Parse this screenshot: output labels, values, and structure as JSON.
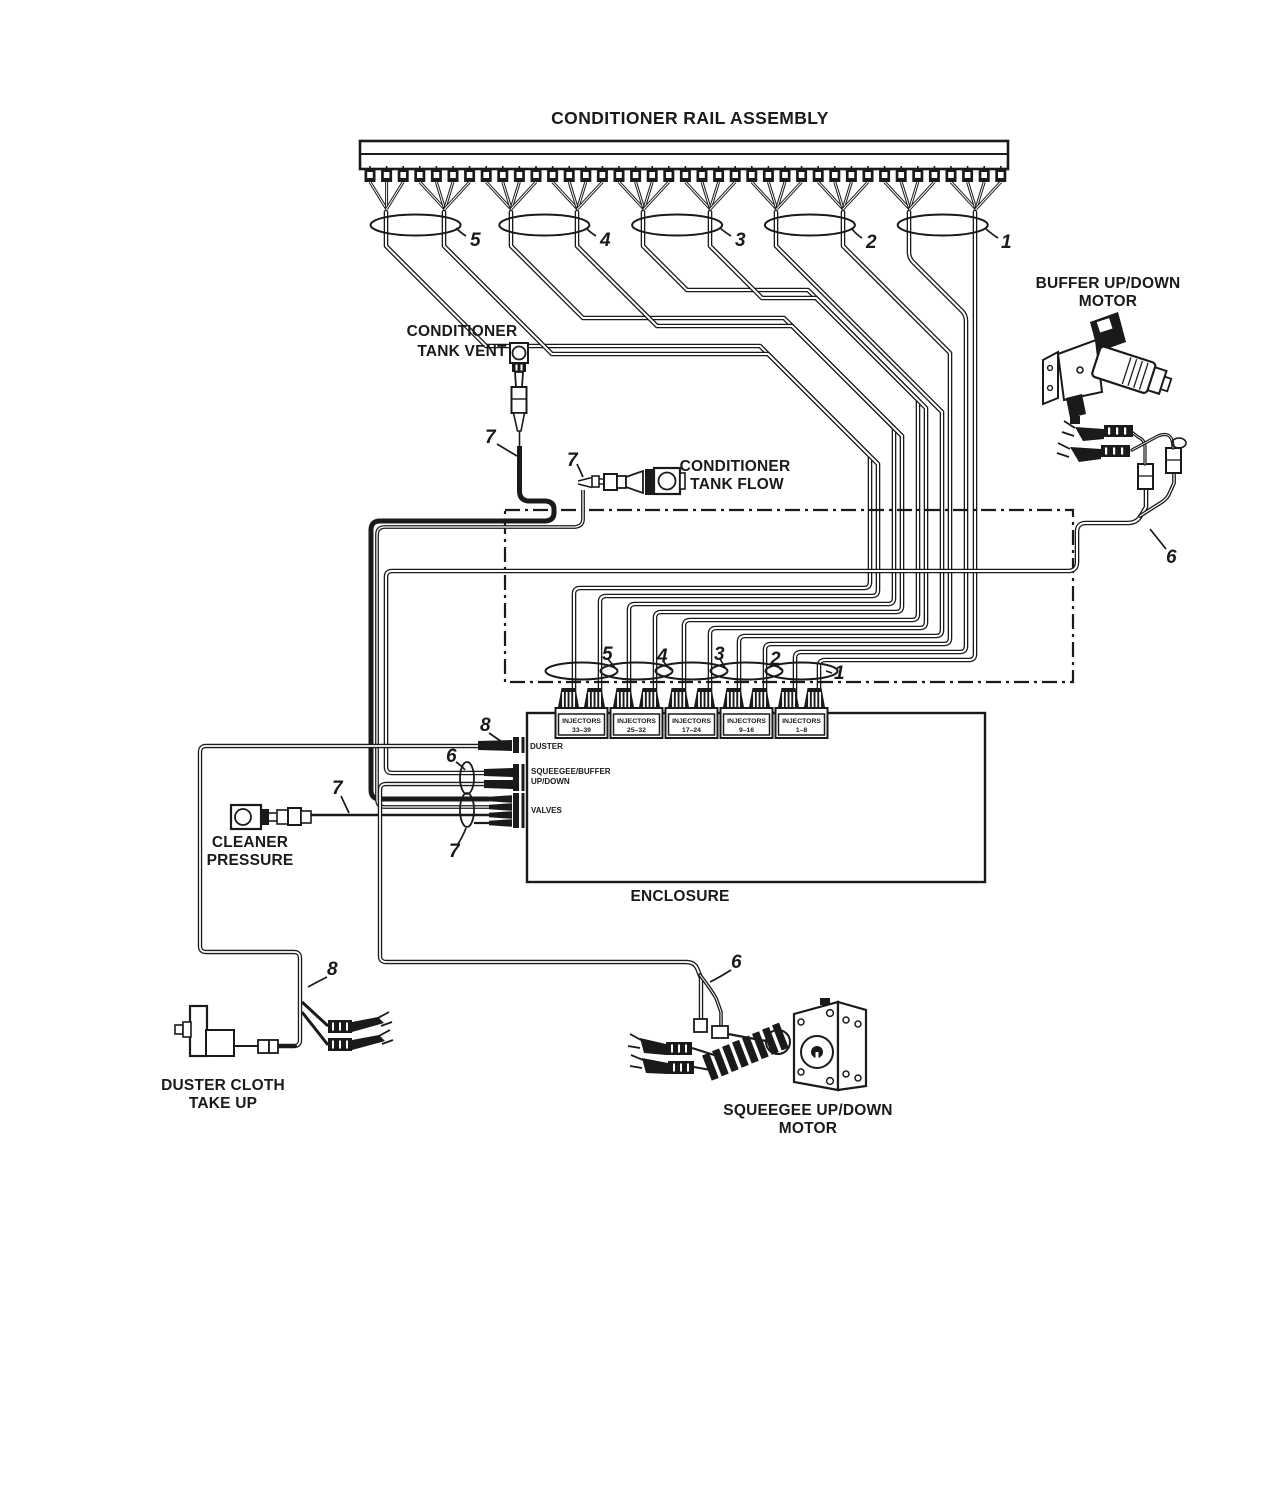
{
  "title": "CONDITIONER RAIL ASSEMBLY",
  "labels": {
    "buffer_motor_line1": "BUFFER UP/DOWN",
    "buffer_motor_line2": "MOTOR",
    "tank_vent_line1": "CONDITIONER",
    "tank_vent_line2": "TANK VENT",
    "tank_flow_line1": "CONDITIONER",
    "tank_flow_line2": "TANK FLOW",
    "cleaner_line1": "CLEANER",
    "cleaner_line2": "PRESSURE",
    "enclosure": "ENCLOSURE",
    "duster_takeup_line1": "DUSTER CLOTH",
    "duster_takeup_line2": "TAKE UP",
    "squeegee_motor_line1": "SQUEEGEE UP/DOWN",
    "squeegee_motor_line2": "MOTOR"
  },
  "enclosure_ports": {
    "duster": "DUSTER",
    "squeegee_buffer_line1": "SQUEEGEE/BUFFER",
    "squeegee_buffer_line2": "UP/DOWN",
    "valves": "VALVES"
  },
  "injector_blocks": [
    {
      "line1": "INJECTORS",
      "line2": "33–39"
    },
    {
      "line1": "INJECTORS",
      "line2": "25–32"
    },
    {
      "line1": "INJECTORS",
      "line2": "17–24"
    },
    {
      "line1": "INJECTORS",
      "line2": "9–16"
    },
    {
      "line1": "INJECTORS",
      "line2": "1–8"
    }
  ],
  "callouts": {
    "rail_groups": [
      "5",
      "4",
      "3",
      "2",
      "1"
    ],
    "enclosure_groups": [
      "5",
      "4",
      "3",
      "2",
      "1"
    ],
    "vent_wire": "7",
    "flow_wire": "7",
    "buffer_wire": "6",
    "duster_port": "8",
    "squeegee_buffer_port": "6",
    "valves_loop": "7",
    "cleaner_wire": "7",
    "duster_run": "8",
    "squeegee_run": "6"
  },
  "colors": {
    "ink": "#1a1a1a",
    "background": "#ffffff"
  }
}
